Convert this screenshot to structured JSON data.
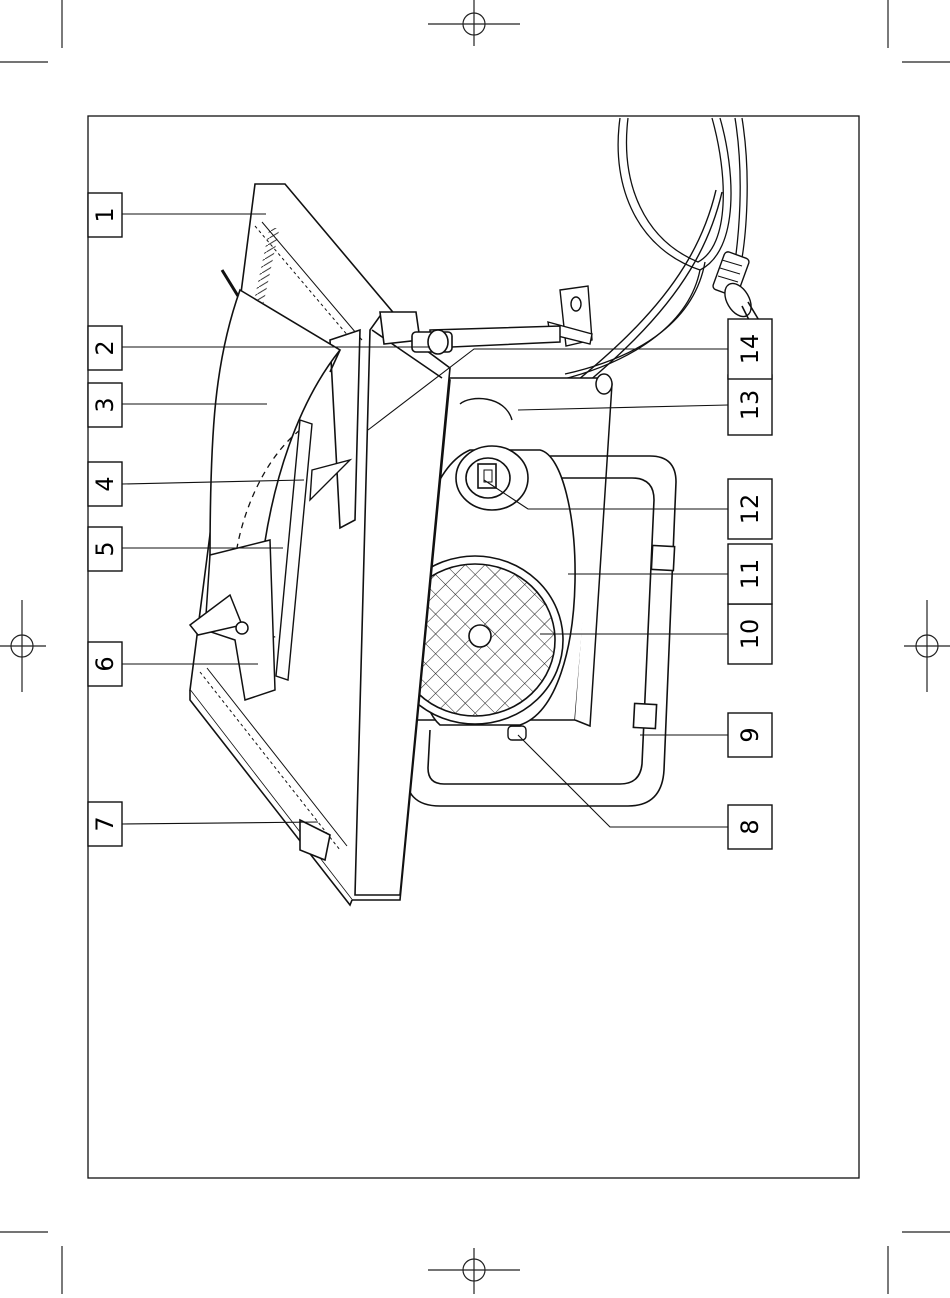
{
  "page": {
    "kind": "rotated exploded parts diagram of a table saw",
    "background_color": "#ffffff",
    "line_color": "#111111"
  },
  "callouts": [
    {
      "id": 1,
      "label": "1"
    },
    {
      "id": 2,
      "label": "2"
    },
    {
      "id": 3,
      "label": "3"
    },
    {
      "id": 4,
      "label": "4"
    },
    {
      "id": 5,
      "label": "5"
    },
    {
      "id": 6,
      "label": "6"
    },
    {
      "id": 7,
      "label": "7"
    },
    {
      "id": 8,
      "label": "8"
    },
    {
      "id": 9,
      "label": "9"
    },
    {
      "id": 10,
      "label": "10"
    },
    {
      "id": 11,
      "label": "11"
    },
    {
      "id": 12,
      "label": "12"
    },
    {
      "id": 13,
      "label": "13"
    },
    {
      "id": 14,
      "label": "14"
    }
  ],
  "icons": [
    "registration-mark-icon",
    "crop-mark-icon",
    "power-plug-icon",
    "on-off-switch-icon",
    "motor-grille-icon"
  ]
}
